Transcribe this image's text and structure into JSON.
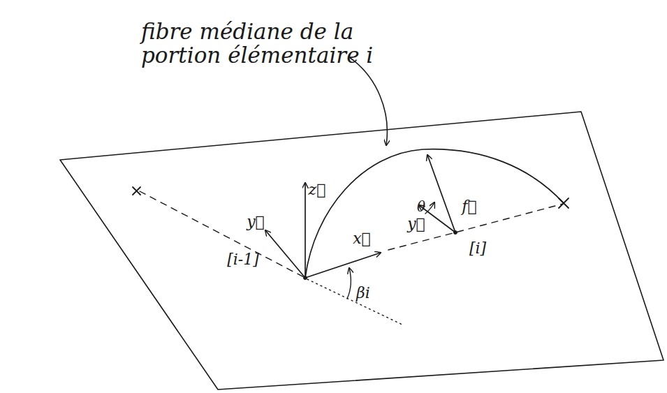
{
  "diagram": {
    "labels": [
      "fibre médiane de la portion élémentaire i",
      "z⃗",
      "y⃗",
      "[i-1]",
      "x⃗",
      "βi",
      "θ",
      "f⃗",
      "y⃗",
      "[i]"
    ]
  }
}
